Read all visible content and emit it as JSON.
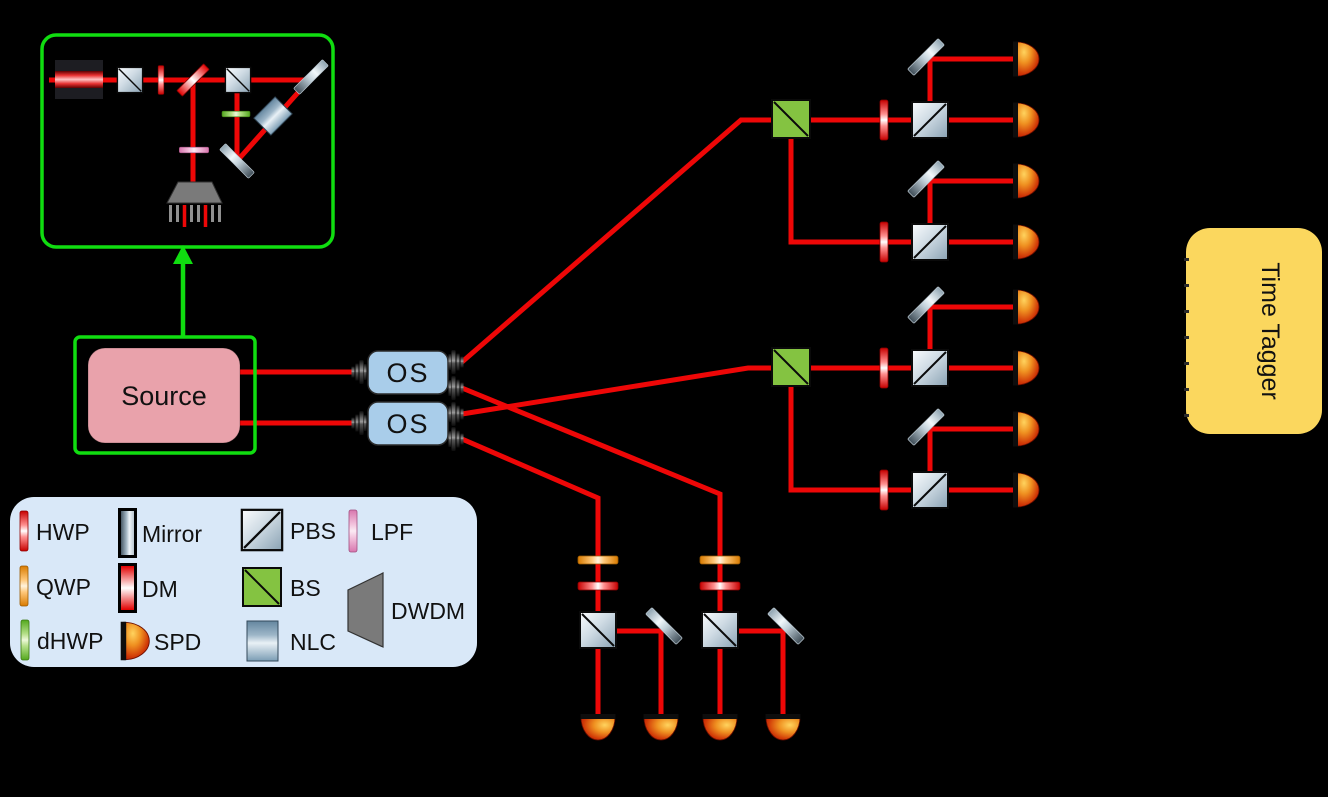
{
  "diagram": {
    "source_label": "Source",
    "tagger_label": "Time Tagger"
  },
  "switches": [
    {
      "label": "OS"
    },
    {
      "label": "OS"
    }
  ],
  "legend": {
    "items": [
      {
        "label": "HWP"
      },
      {
        "label": "QWP"
      },
      {
        "label": "dHWP"
      },
      {
        "label": "Mirror"
      },
      {
        "label": "DM"
      },
      {
        "label": "SPD"
      },
      {
        "label": "PBS"
      },
      {
        "label": "BS"
      },
      {
        "label": "NLC"
      },
      {
        "label": "LPF"
      },
      {
        "label": "DWDM"
      }
    ]
  },
  "colors": {
    "background": "#000000",
    "beam_red": "#ee0707",
    "accent_green": "#10dd10",
    "bs_fill": "#84c341",
    "os_fill": "#a9cdea",
    "source_fill": "#e9a2ab",
    "tagger_fill": "#fbd75e",
    "legend_fill": "#d9e8f8",
    "detector_orange": "#e06010"
  }
}
